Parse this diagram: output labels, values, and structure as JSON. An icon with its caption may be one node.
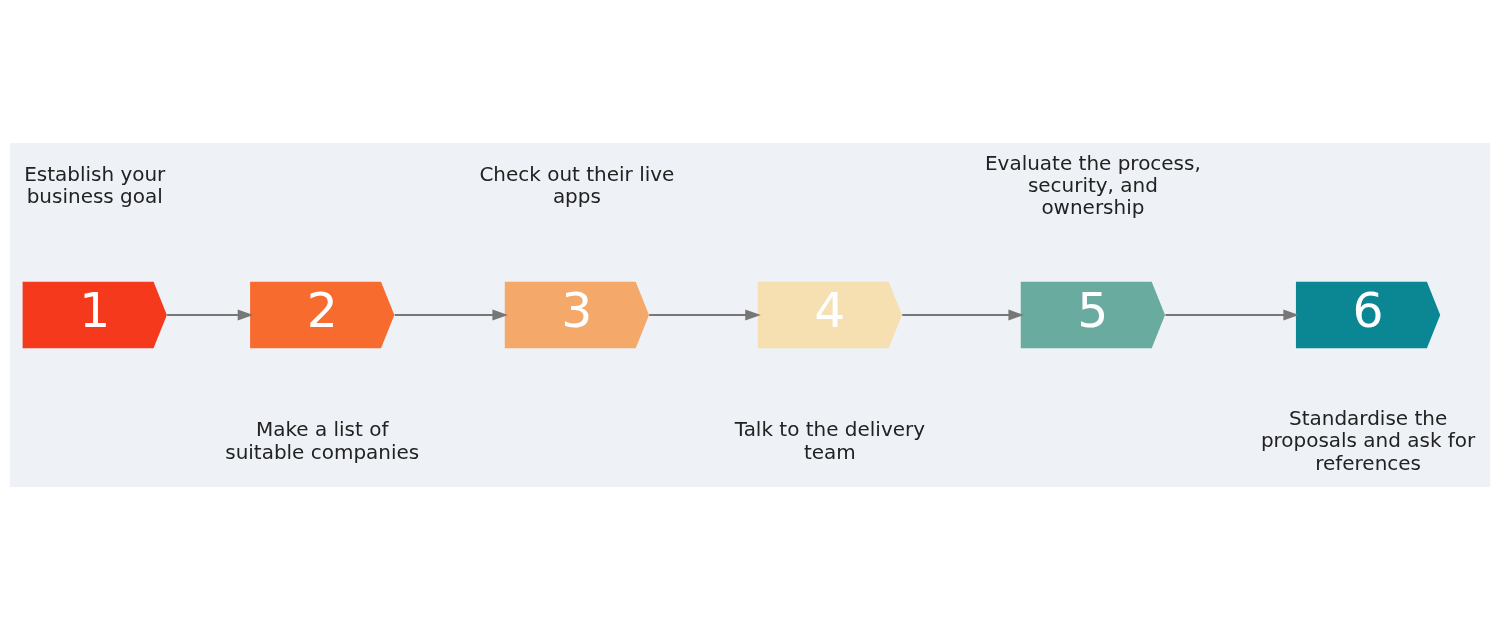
{
  "diagram": {
    "nodes": [
      {
        "text": [
          "1"
        ],
        "beside": [
          "Establish your business goal"
        ]
      },
      {
        "text": [
          "2"
        ],
        "beside": [
          "Make a list of suitable companies"
        ]
      },
      {
        "text": [
          "3"
        ],
        "beside": [
          "Check out their live apps"
        ]
      },
      {
        "text": [
          "4"
        ],
        "beside": [
          "Talk to the delivery team"
        ]
      },
      {
        "text": [
          "5"
        ],
        "beside": [
          "Evaluate the process, security, and ownership"
        ]
      },
      {
        "text": [
          "6"
        ],
        "beside": [
          "Standardise the proposals and ask for references"
        ]
      }
    ],
    "edges": [
      {
        "from": 0,
        "to": 1,
        "arrow": "to"
      },
      {
        "from": 1,
        "to": 2,
        "arrow": "to"
      },
      {
        "from": 2,
        "to": 3,
        "arrow": "to"
      },
      {
        "from": 3,
        "to": 4,
        "arrow": "to"
      },
      {
        "from": 4,
        "to": 5,
        "arrow": "to"
      }
    ]
  }
}
